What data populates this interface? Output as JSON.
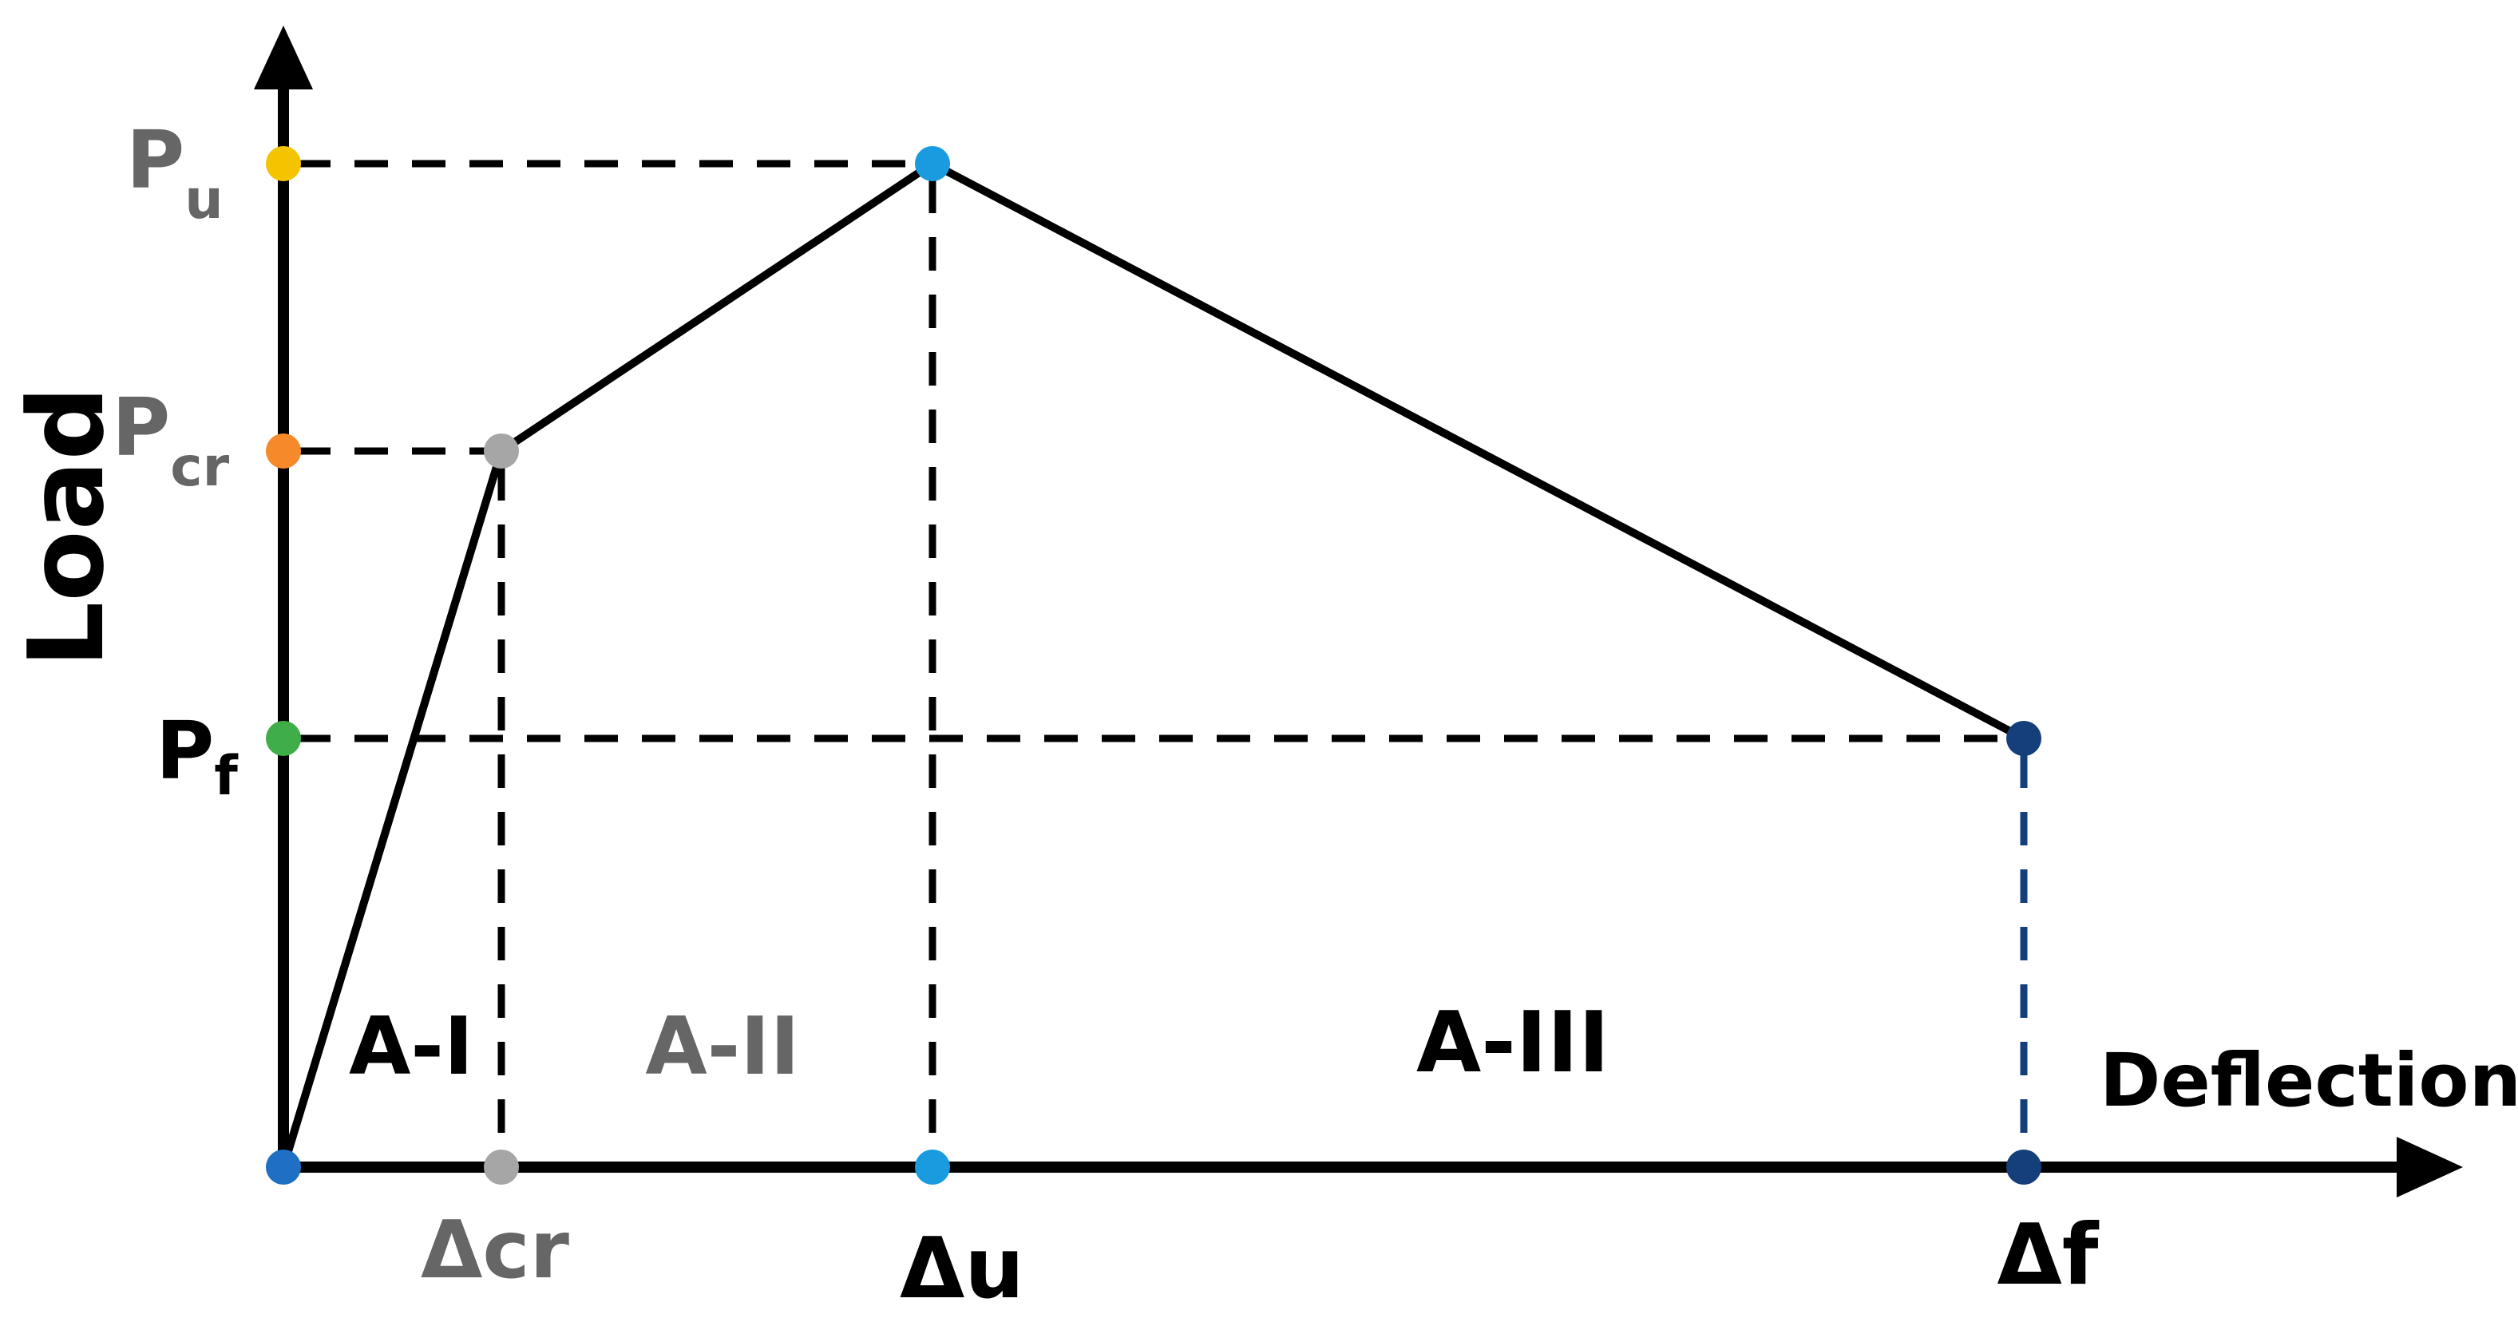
{
  "axes": {
    "y_label": "Load",
    "x_label": "Deflection"
  },
  "load_levels": [
    {
      "id": "pu",
      "base": "P",
      "sub": "u",
      "color": "#f5c400",
      "text_color": "#666666"
    },
    {
      "id": "pcr",
      "base": "P",
      "sub": "cr",
      "color": "#f68a2a",
      "text_color": "#666666"
    },
    {
      "id": "pf",
      "base": "P",
      "sub": "f",
      "color": "#3fae49",
      "text_color": "#000000"
    }
  ],
  "deflections": [
    {
      "id": "origin",
      "label": "",
      "color": "#1f6fc5"
    },
    {
      "id": "dcr",
      "label": "Δcr",
      "color": "#a6a6a6",
      "text_color": "#666666"
    },
    {
      "id": "du",
      "label": "Δu",
      "color": "#1a9be0",
      "text_color": "#000000"
    },
    {
      "id": "df",
      "label": "Δf",
      "color": "#153f7a",
      "text_color": "#000000"
    }
  ],
  "curve_points": [
    {
      "id": "cracking",
      "color": "#a6a6a6"
    },
    {
      "id": "ultimate",
      "color": "#1a9be0"
    },
    {
      "id": "failure",
      "color": "#153f7a"
    }
  ],
  "regions": [
    {
      "id": "a1",
      "label": "A-I",
      "color": "#000000"
    },
    {
      "id": "a2",
      "label": "A-II",
      "color": "#666666"
    },
    {
      "id": "a3",
      "label": "A-III",
      "color": "#000000"
    }
  ],
  "colors": {
    "axis": "#000000",
    "curve": "#000000",
    "guide": "#000000",
    "failure_guide": "#153f7a"
  }
}
